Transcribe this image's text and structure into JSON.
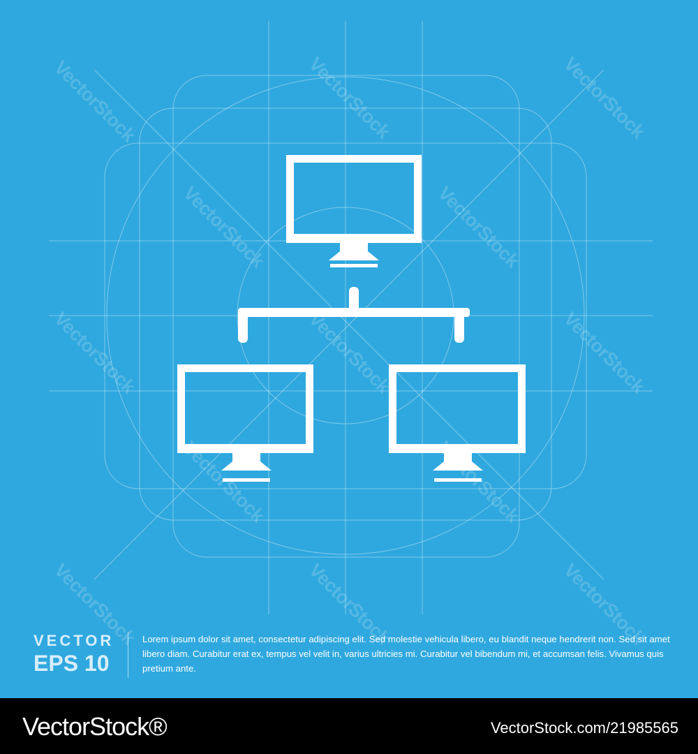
{
  "colors": {
    "background": "#2fa8df",
    "icon": "#ffffff",
    "footer_background": "#000000"
  },
  "watermark": "VectorStock",
  "icon_name": "computer-network-icon",
  "caption": {
    "vector_word": "VECTOR",
    "eps_label": "EPS 10",
    "description": "Lorem ipsum dolor sit amet, consectetur adipiscing elit. Sed molestie vehicula libero, eu blandit neque hendrerit non. Sed sit amet libero diam. Curabitur erat ex, tempus vel velit in, varius ultricies mi. Curabitur vel bibendum mi, et accumsan felis. Vivamus quis pretium ante."
  },
  "footer": {
    "logo": "VectorStock®",
    "image_id": "VectorStock.com/21985565"
  }
}
